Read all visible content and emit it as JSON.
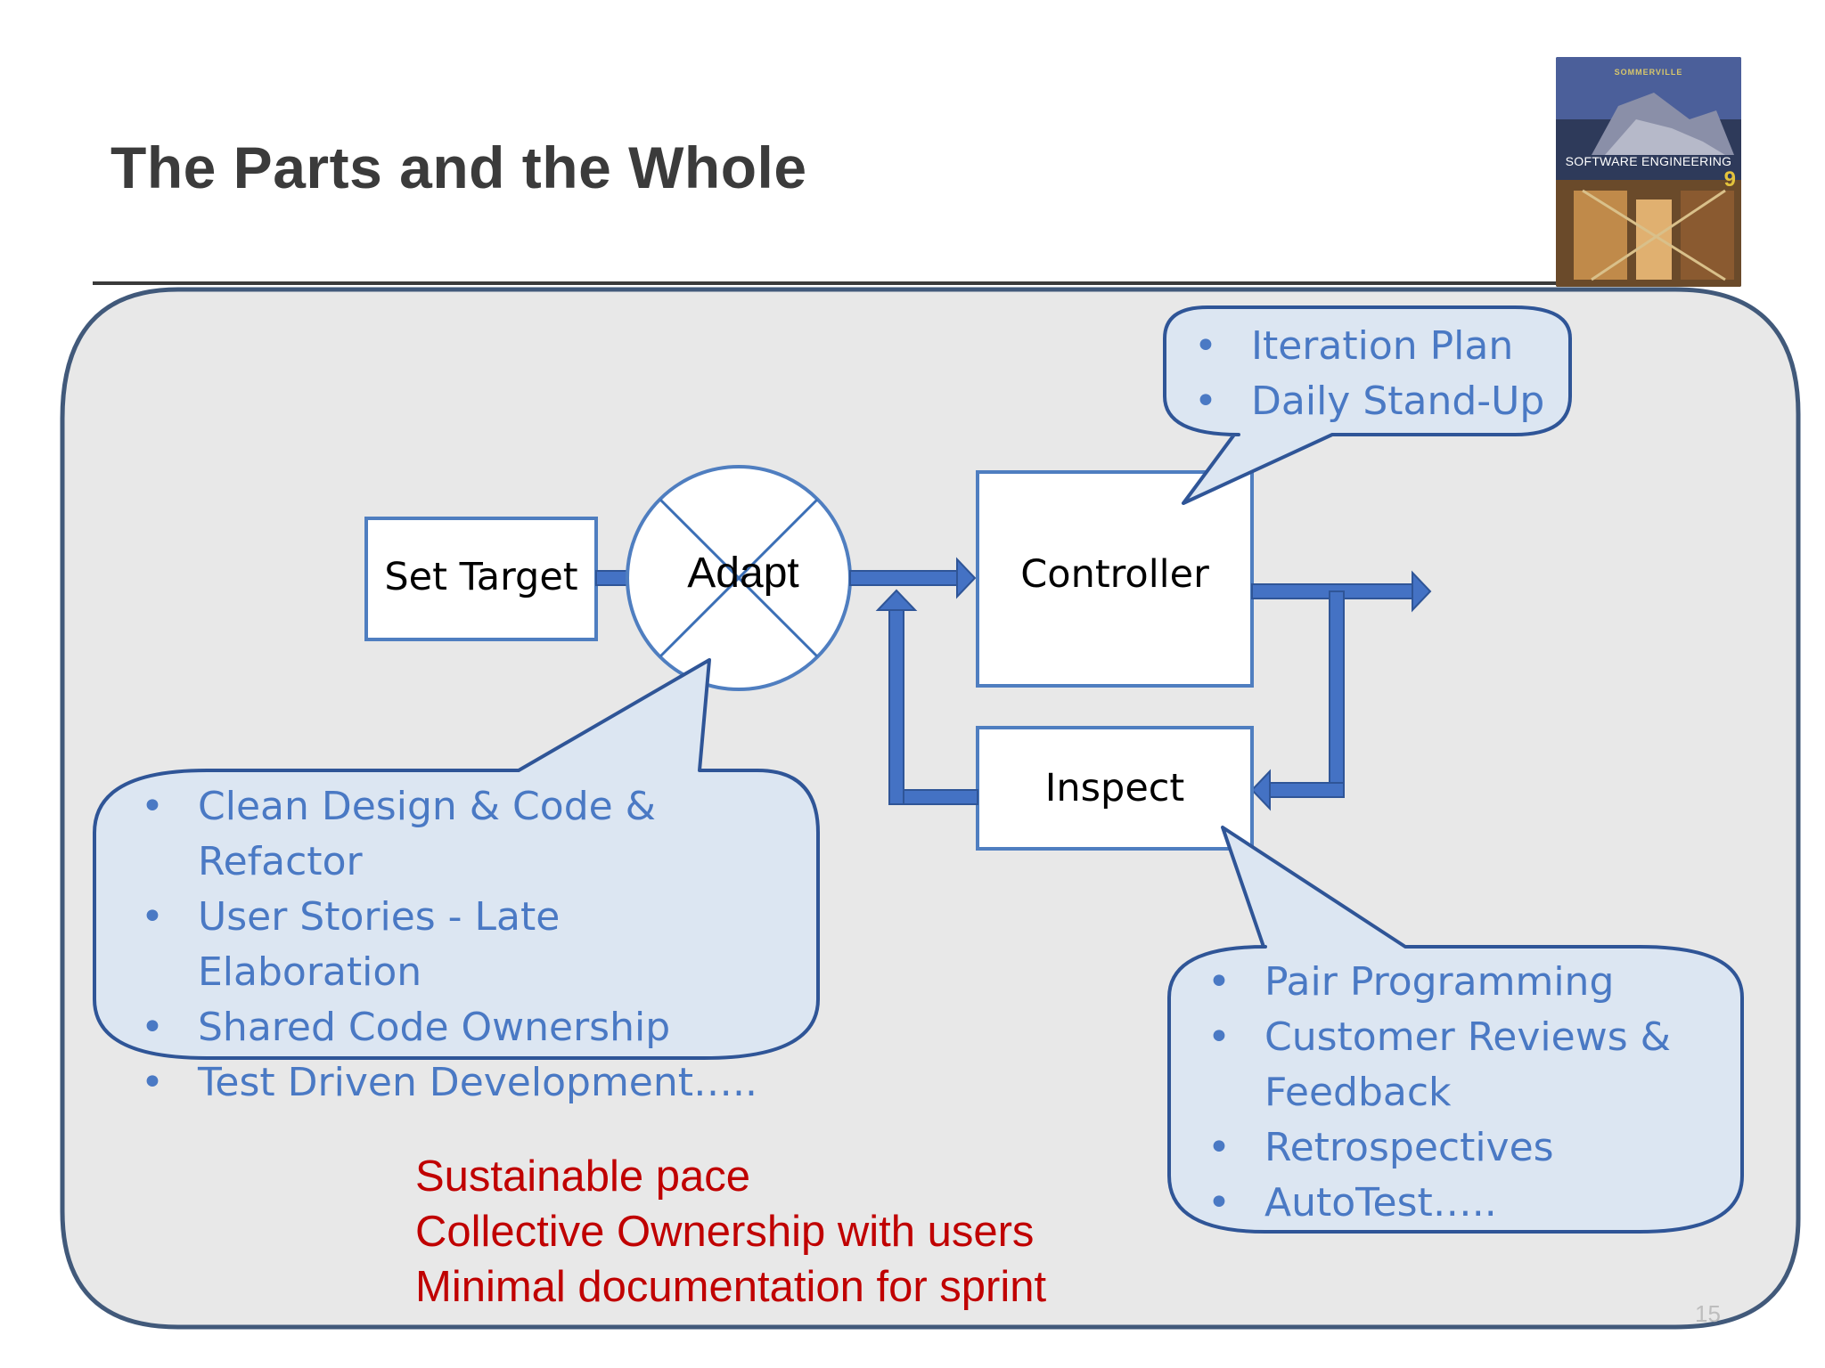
{
  "title": "The Parts and the Whole",
  "book": {
    "author": "SOMMERVILLE",
    "title": "SOFTWARE ENGINEERING",
    "edition": "9",
    "icon": "book-cover-image"
  },
  "diagram": {
    "set_target": "Set Target",
    "adapt": "Adapt",
    "controller": "Controller",
    "inspect": "Inspect"
  },
  "callouts": {
    "controller": [
      "Iteration Plan",
      "Daily Stand-Up"
    ],
    "adapt": [
      "Clean Design & Code & Refactor",
      "User Stories - Late Elaboration",
      "Shared Code Ownership",
      "Test Driven Development….."
    ],
    "inspect": [
      "Pair Programming",
      "Customer Reviews & Feedback",
      "Retrospectives",
      "AutoTest….."
    ]
  },
  "principles": [
    "Sustainable pace",
    "Collective Ownership with users",
    "Minimal documentation for sprint"
  ],
  "page_number": "15",
  "colors": {
    "panel_fill": "#e8e8e8",
    "panel_border": "#41597a",
    "callout_fill": "#dce6f2",
    "callout_border": "#2f5597",
    "arrow": "#4472c4",
    "bullet_text": "#4a79c4",
    "principle_text": "#c00000"
  }
}
